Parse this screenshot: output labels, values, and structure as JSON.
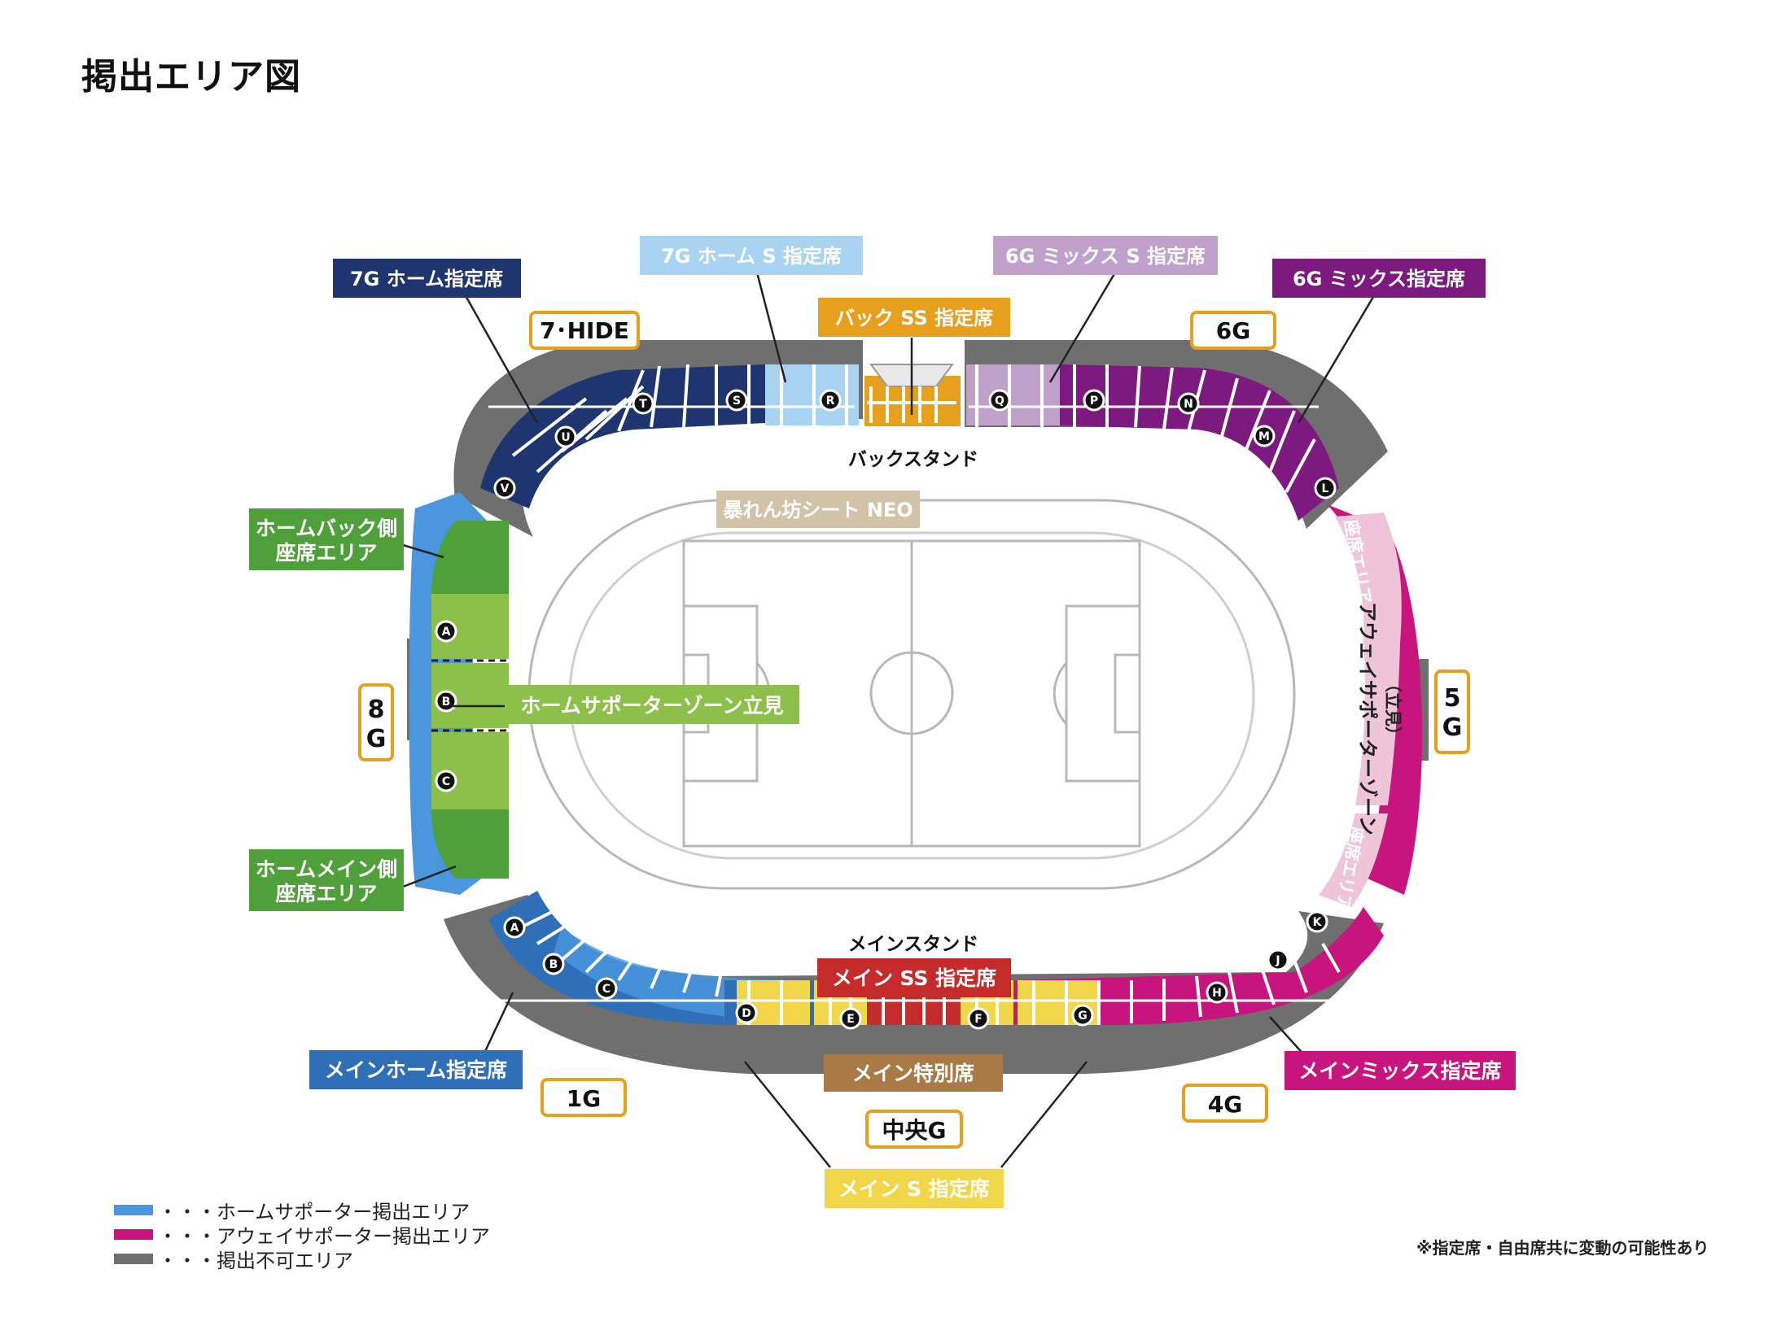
{
  "title": "掲出エリア図",
  "labels": {
    "home7g": "7G ホーム指定席",
    "home7gs": "7G ホーム S 指定席",
    "backss": "バック SS 指定席",
    "mix6gs": "6G ミックス S 指定席",
    "mix6g": "6G ミックス指定席",
    "hide7": "7･HIDE",
    "gate6": "6G",
    "backstand": "バックスタンド",
    "abarenbo": "暴れん坊シート NEO",
    "homeback_1": "ホームバック側",
    "homeback_2": "座席エリア",
    "homemain_1": "ホームメイン側",
    "homemain_2": "座席エリア",
    "gate8_1": "8",
    "gate8_2": "G",
    "supporter_zone": "ホームサポーターゾーン立見",
    "gate5_1": "5",
    "gate5_2": "G",
    "away_seat_top": "座席エリア",
    "away_zone": "アウェイサポーターゾーン",
    "away_standing": "（立見）",
    "away_seat_bottom": "座席エリア",
    "mainstand": "メインスタンド",
    "mainss": "メイン SS 指定席",
    "mainhome": "メインホーム指定席",
    "gate1": "1G",
    "mainspecial": "メイン特別席",
    "gate_center": "中央G",
    "gate4": "4G",
    "mainmix": "メインミックス指定席",
    "mains": "メイン S 指定席"
  },
  "sections": {
    "back": [
      "V",
      "U",
      "T",
      "S",
      "R",
      "Q",
      "P",
      "N",
      "M",
      "L"
    ],
    "home_side": [
      "A",
      "B",
      "C"
    ],
    "main_left": [
      "A",
      "B",
      "C",
      "D",
      "E"
    ],
    "main_right": [
      "F",
      "G",
      "H",
      "J",
      "K"
    ]
  },
  "legend": [
    {
      "color": "#4a97de",
      "label": "・・・ホームサポーター掲出エリア"
    },
    {
      "color": "#c8157d",
      "label": "・・・アウェイサポーター掲出エリア"
    },
    {
      "color": "#6f6f6f",
      "label": "・・・掲出不可エリア"
    }
  ],
  "note": "※指定席・自由席共に変動の可能性あり",
  "colors": {
    "home_navy": "#1f3570",
    "home_light": "#a8d4f2",
    "back_ss": "#e6a01e",
    "mix_light": "#bfa1cb",
    "mix_purple": "#7c1a80",
    "home_green": "#4f9f3a",
    "green_light": "#8cc04a",
    "away_pink": "#c8157d",
    "away_light": "#efc4d9",
    "main_blue": "#2f6fb7",
    "main_yellow": "#f2d64a",
    "main_red": "#c62b2b",
    "main_brown": "#a97a46",
    "frame_gray": "#6f6f6f",
    "home_blue": "#4a97de"
  }
}
